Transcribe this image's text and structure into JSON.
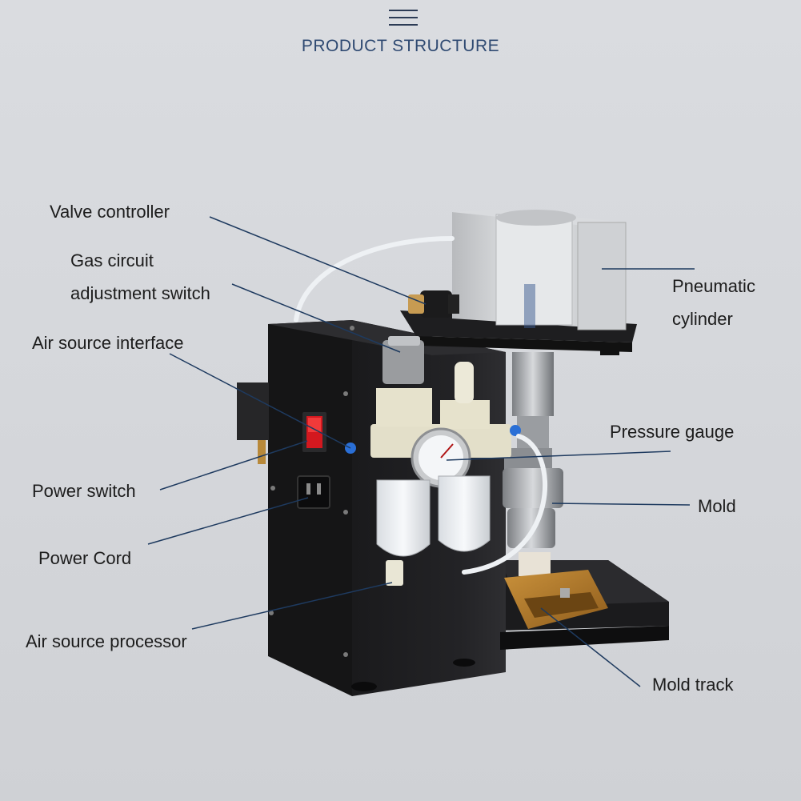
{
  "header": {
    "menu_icon": "hamburger-menu-icon",
    "title": "PRODUCT STRUCTURE"
  },
  "labels": {
    "valve_controller": "Valve controller",
    "gas_circuit_line1": "Gas circuit",
    "gas_circuit_line2": "adjustment switch",
    "air_source_interface": "Air source interface",
    "power_switch": "Power switch",
    "power_cord": "Power Cord",
    "air_source_processor": "Air source processor",
    "pneumatic_line1": "Pneumatic",
    "pneumatic_line2": "cylinder",
    "pressure_gauge": "Pressure gauge",
    "mold": "Mold",
    "mold_track": "Mold track"
  },
  "colors": {
    "title": "#2f4a72",
    "leader_line": "#1e3a5f",
    "background": "#d6d8dc"
  }
}
